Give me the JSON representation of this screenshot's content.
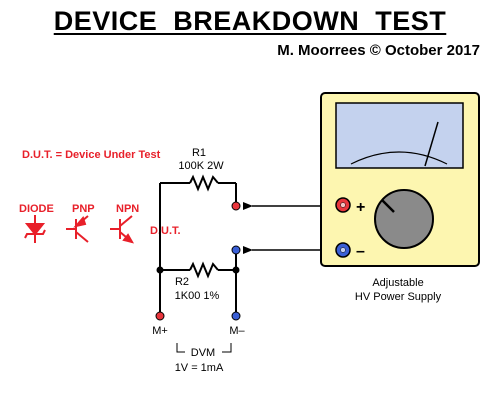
{
  "header": {
    "title": "DEVICE  BREAKDOWN  TEST",
    "subtitle": "M. Moorrees © October 2017"
  },
  "legend": {
    "dut_definition": "D.U.T. = Device Under Test",
    "diode": "DIODE",
    "pnp": "PNP",
    "npn": "NPN"
  },
  "circuit": {
    "dut_label": "D.U.T.",
    "r1_name": "R1",
    "r1_value": "100K  2W",
    "r2_name": "R2",
    "r2_value": "1K00  1%",
    "meter_plus": "M+",
    "meter_minus": "M–",
    "dvm_label": "DVM",
    "scale": "1V = 1mA"
  },
  "supply": {
    "plus": "+",
    "minus": "–",
    "label_line1": "Adjustable",
    "label_line2": "HV Power Supply"
  },
  "colors": {
    "red_terminal": "#e8353c",
    "blue_terminal": "#3a5fd6",
    "meter_case": "#fdf6b0",
    "meter_face": "#c4d2ee",
    "knob": "#8a8a8a",
    "red_text": "#e8202a"
  }
}
